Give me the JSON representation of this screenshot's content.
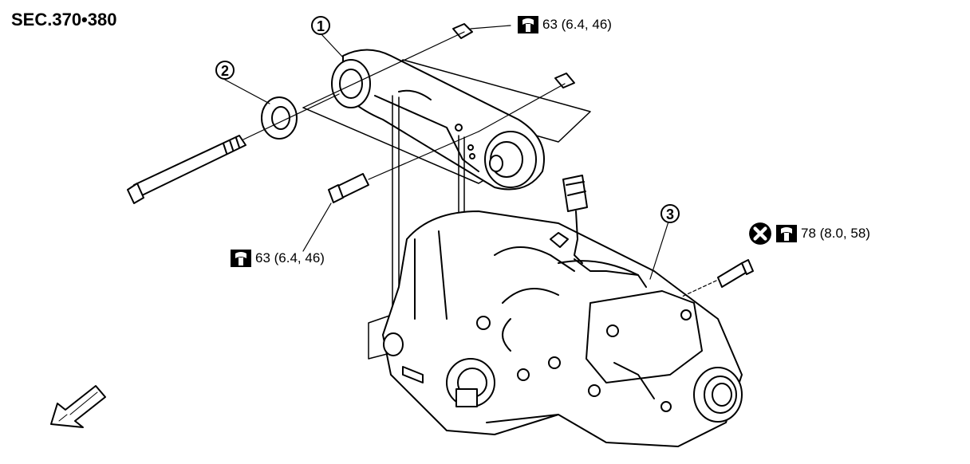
{
  "section_label": "SEC.370•380",
  "callouts": [
    {
      "id": "1",
      "label": "1"
    },
    {
      "id": "2",
      "label": "2"
    },
    {
      "id": "3",
      "label": "3"
    }
  ],
  "torques": [
    {
      "id": "top",
      "value": "63 (6.4, 46)",
      "icon": "torque-wrench-icon"
    },
    {
      "id": "left",
      "value": "63 (6.4, 46)",
      "icon": "torque-wrench-icon"
    },
    {
      "id": "right",
      "value": "78 (8.0, 58)",
      "icon": "torque-wrench-icon",
      "extra_icon": "do-not-reuse-icon"
    }
  ],
  "arrow_icon": "front-direction-arrow-icon"
}
